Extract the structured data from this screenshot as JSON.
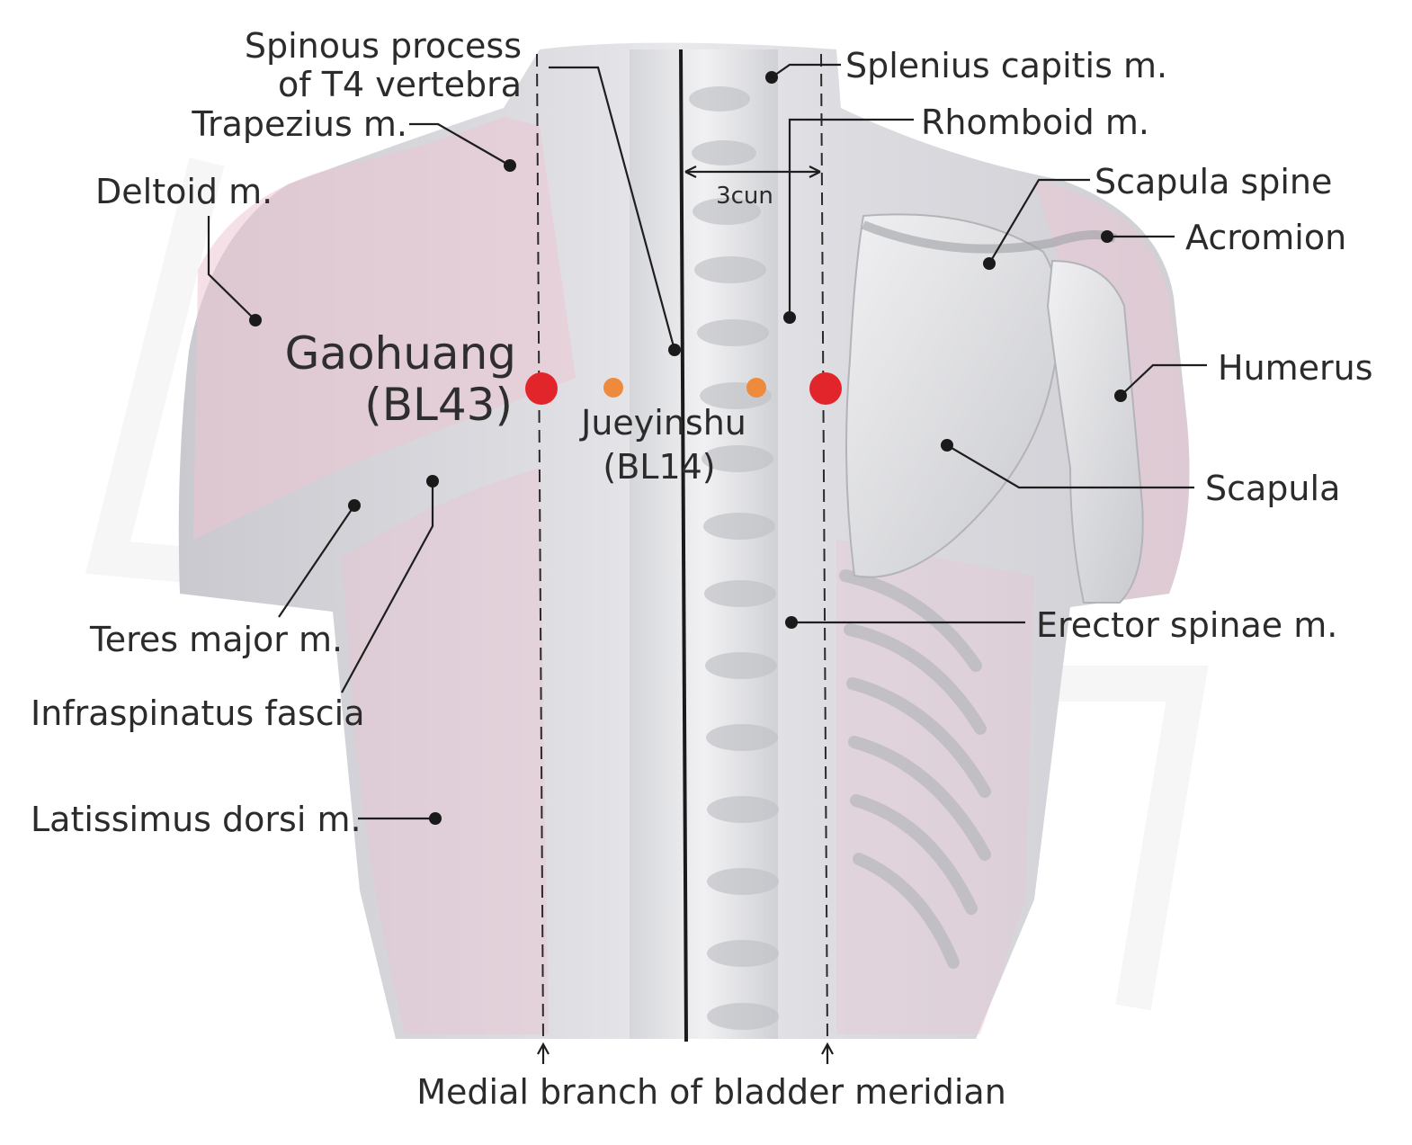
{
  "labels": {
    "spinous_line1": "Spinous process",
    "spinous_line2": "of T4 vertebra",
    "trapezius": "Trapezius m.",
    "deltoid": "Deltoid m.",
    "splenius": "Splenius capitis m.",
    "rhomboid": "Rhomboid m.",
    "scapula_spine": "Scapula spine",
    "acromion": "Acromion",
    "humerus": "Humerus",
    "scapula": "Scapula",
    "erector": "Erector spinae m.",
    "teres": "Teres major m.",
    "infraspinatus": "Infraspinatus fascia",
    "latissimus": "Latissimus dorsi m.",
    "gaohuang_name": "Gaohuang",
    "gaohuang_code": "(BL43)",
    "jueyinshu_name": "Jueyinshu",
    "jueyinshu_code": "(BL14)",
    "distance": "3cun",
    "meridian": "Medial branch of bladder meridian"
  },
  "colors": {
    "acupoint_major": "#e2242b",
    "acupoint_minor": "#ee8a3c",
    "muscle_pink": "#ecc6d3",
    "bone_grey": "#dcdce0"
  }
}
